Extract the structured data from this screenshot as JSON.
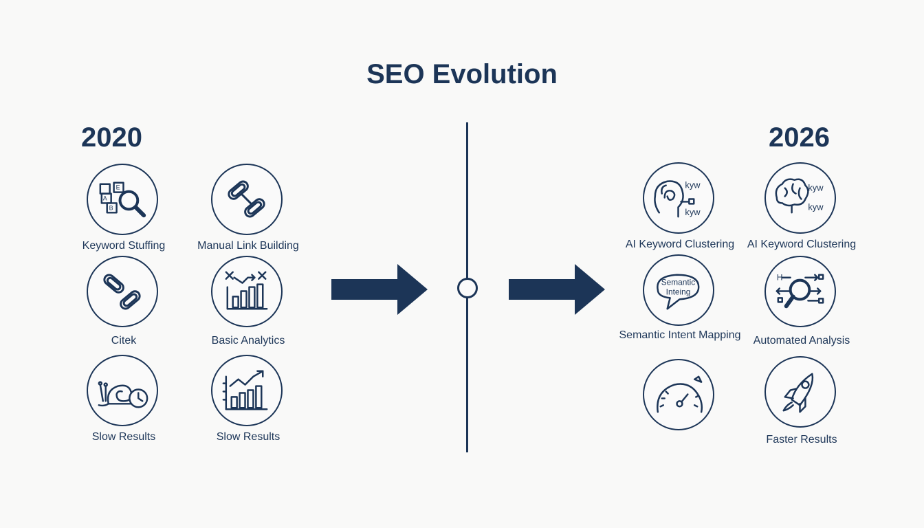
{
  "title": "SEO Evolution",
  "left": {
    "year": "2020",
    "items": [
      {
        "label": "Keyword Stuffing"
      },
      {
        "label": "Manual Link Building"
      },
      {
        "label": "Citek"
      },
      {
        "label": "Basic Analytics"
      },
      {
        "label": "Slow Results"
      },
      {
        "label": "Slow Results"
      }
    ]
  },
  "right": {
    "year": "2026",
    "items": [
      {
        "label": "AI Keyword Clustering",
        "icon_text": [
          "kyw",
          "kyw"
        ]
      },
      {
        "label": "AI Keyword Clustering",
        "icon_text": [
          "kyw",
          "kyw"
        ]
      },
      {
        "label": "Semantic Intent Mapping",
        "icon_text": [
          "Semantic",
          "Inteing"
        ]
      },
      {
        "label": "Automated Analysis",
        "icon_text": [
          "H"
        ]
      },
      {
        "label": ""
      },
      {
        "label": "Faster Results"
      }
    ]
  },
  "colors": {
    "primary": "#1c3557",
    "background": "#f9f9f8"
  },
  "icons": {
    "left": [
      "blocks-magnifier-icon",
      "chain-link-icon",
      "chain-link-icon",
      "bar-chart-x-icon",
      "snail-clock-icon",
      "growth-chart-icon"
    ],
    "right": [
      "brain-keyword-icon",
      "brain-keyword-icon",
      "speech-bubble-icon",
      "magnifier-network-icon",
      "speedometer-icon",
      "rocket-icon"
    ]
  },
  "block_letters": [
    "A",
    "B",
    "E"
  ]
}
